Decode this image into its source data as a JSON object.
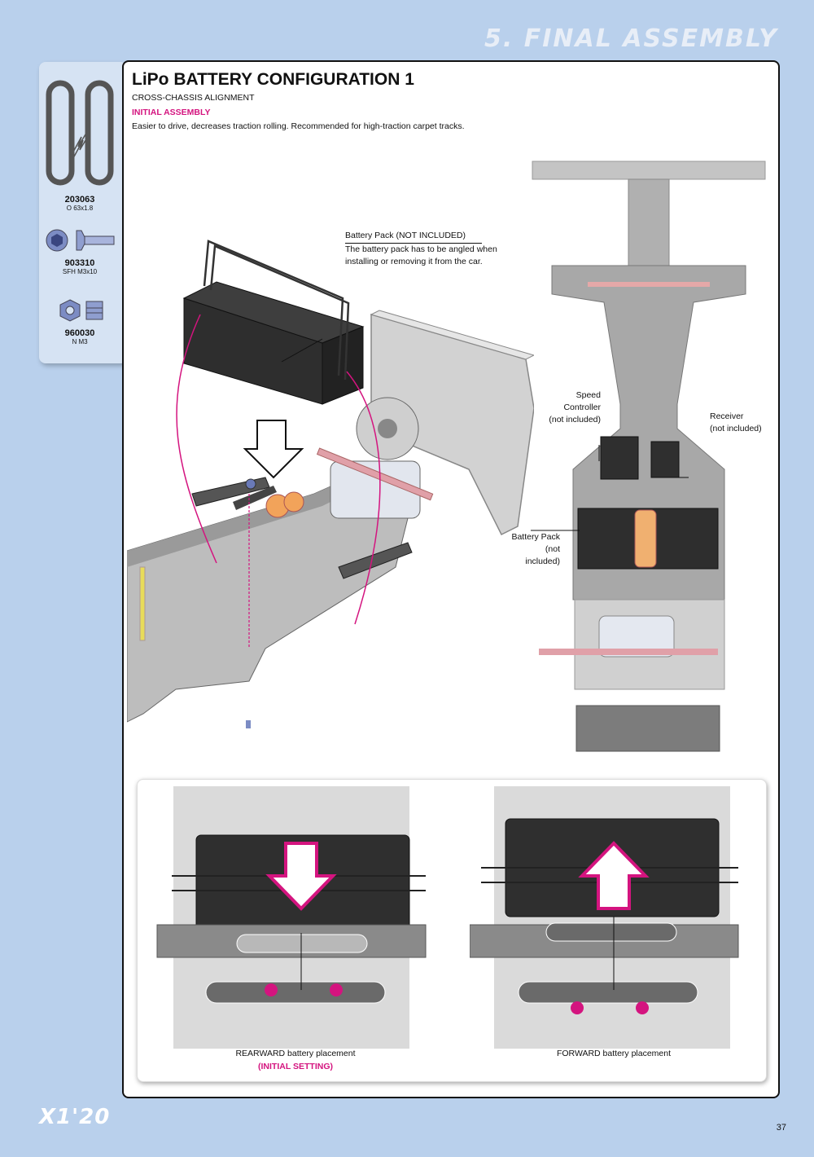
{
  "section_title": "5. FINAL ASSEMBLY",
  "parts": [
    {
      "code": "203063",
      "spec": "O 63x1.8",
      "icon": "o-ring-icon"
    },
    {
      "code": "903310",
      "spec": "SFH M3x10",
      "icon": "flat-head-screw-icon"
    },
    {
      "code": "960030",
      "spec": "N M3",
      "icon": "nut-icon"
    }
  ],
  "header": {
    "title": "LiPo BATTERY CONFIGURATION 1",
    "subtitle": "CROSS-CHASSIS ALIGNMENT",
    "assembly_label": "INITIAL ASSEMBLY",
    "description": "Easier to drive, decreases traction rolling. Recommended for high-traction carpet tracks."
  },
  "callouts": {
    "battery_pack_title": "Battery Pack (NOT INCLUDED)",
    "battery_pack_note_line1": "The battery pack has to be angled when",
    "battery_pack_note_line2": "installing or removing it from the car.",
    "speed_controller_line1": "Speed Controller",
    "speed_controller_line2": "(not included)",
    "receiver_line1": "Receiver",
    "receiver_line2": "(not included)",
    "battery_line1": "Battery Pack",
    "battery_line2": "(not included)"
  },
  "placements": {
    "rearward_caption": "REARWARD battery placement",
    "rearward_note": "(INITIAL SETTING)",
    "forward_caption": "FORWARD battery placement"
  },
  "colors": {
    "page_background": "#b9d0ec",
    "accent_pink": "#d4147f",
    "carbon_gray": "#8a8a8a",
    "battery_black": "#2e2e2e"
  },
  "footer": {
    "logo": "X1'20",
    "page_number": "37"
  }
}
